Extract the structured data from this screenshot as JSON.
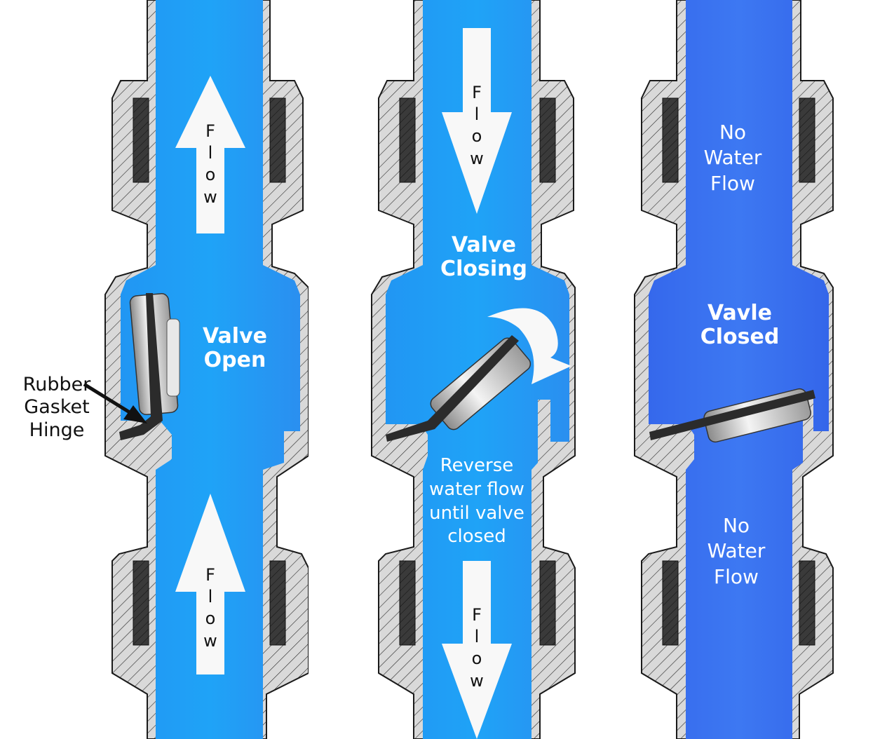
{
  "diagram": {
    "title": "Swing check valve operation states",
    "colors": {
      "water_flowing": "#1fa0f5",
      "water_still": "#3a6ff0",
      "metal_body": "#d9d9d9",
      "outline": "#1a1a1a",
      "gasket": "#3a3a3a",
      "arrow": "#f8f8f8",
      "label_text": "#ffffff",
      "callout_text": "#111111"
    },
    "panels": [
      {
        "id": "open",
        "state_label_line1": "Valve",
        "state_label_line2": "Open",
        "top_arrow": {
          "direction": "up",
          "letters": [
            "F",
            "l",
            "o",
            "w"
          ]
        },
        "bottom_arrow": {
          "direction": "up",
          "letters": [
            "F",
            "l",
            "o",
            "w"
          ]
        },
        "callout": {
          "line1": "Rubber",
          "line2": "Gasket",
          "line3": "Hinge"
        }
      },
      {
        "id": "closing",
        "state_label_line1": "Valve",
        "state_label_line2": "Closing",
        "top_arrow": {
          "direction": "down",
          "letters": [
            "F",
            "l",
            "o",
            "w"
          ]
        },
        "bottom_arrow": {
          "direction": "down",
          "letters": [
            "F",
            "l",
            "o",
            "w"
          ]
        },
        "note_lines": [
          "Reverse",
          "water flow",
          "until valve",
          "closed"
        ],
        "curved_arrow": "clockwise-closing-arrow"
      },
      {
        "id": "closed",
        "state_label_line1": "Vavle",
        "state_label_line2": "Closed",
        "top_note": [
          "No",
          "Water",
          "Flow"
        ],
        "bottom_note": [
          "No",
          "Water",
          "Flow"
        ]
      }
    ]
  }
}
